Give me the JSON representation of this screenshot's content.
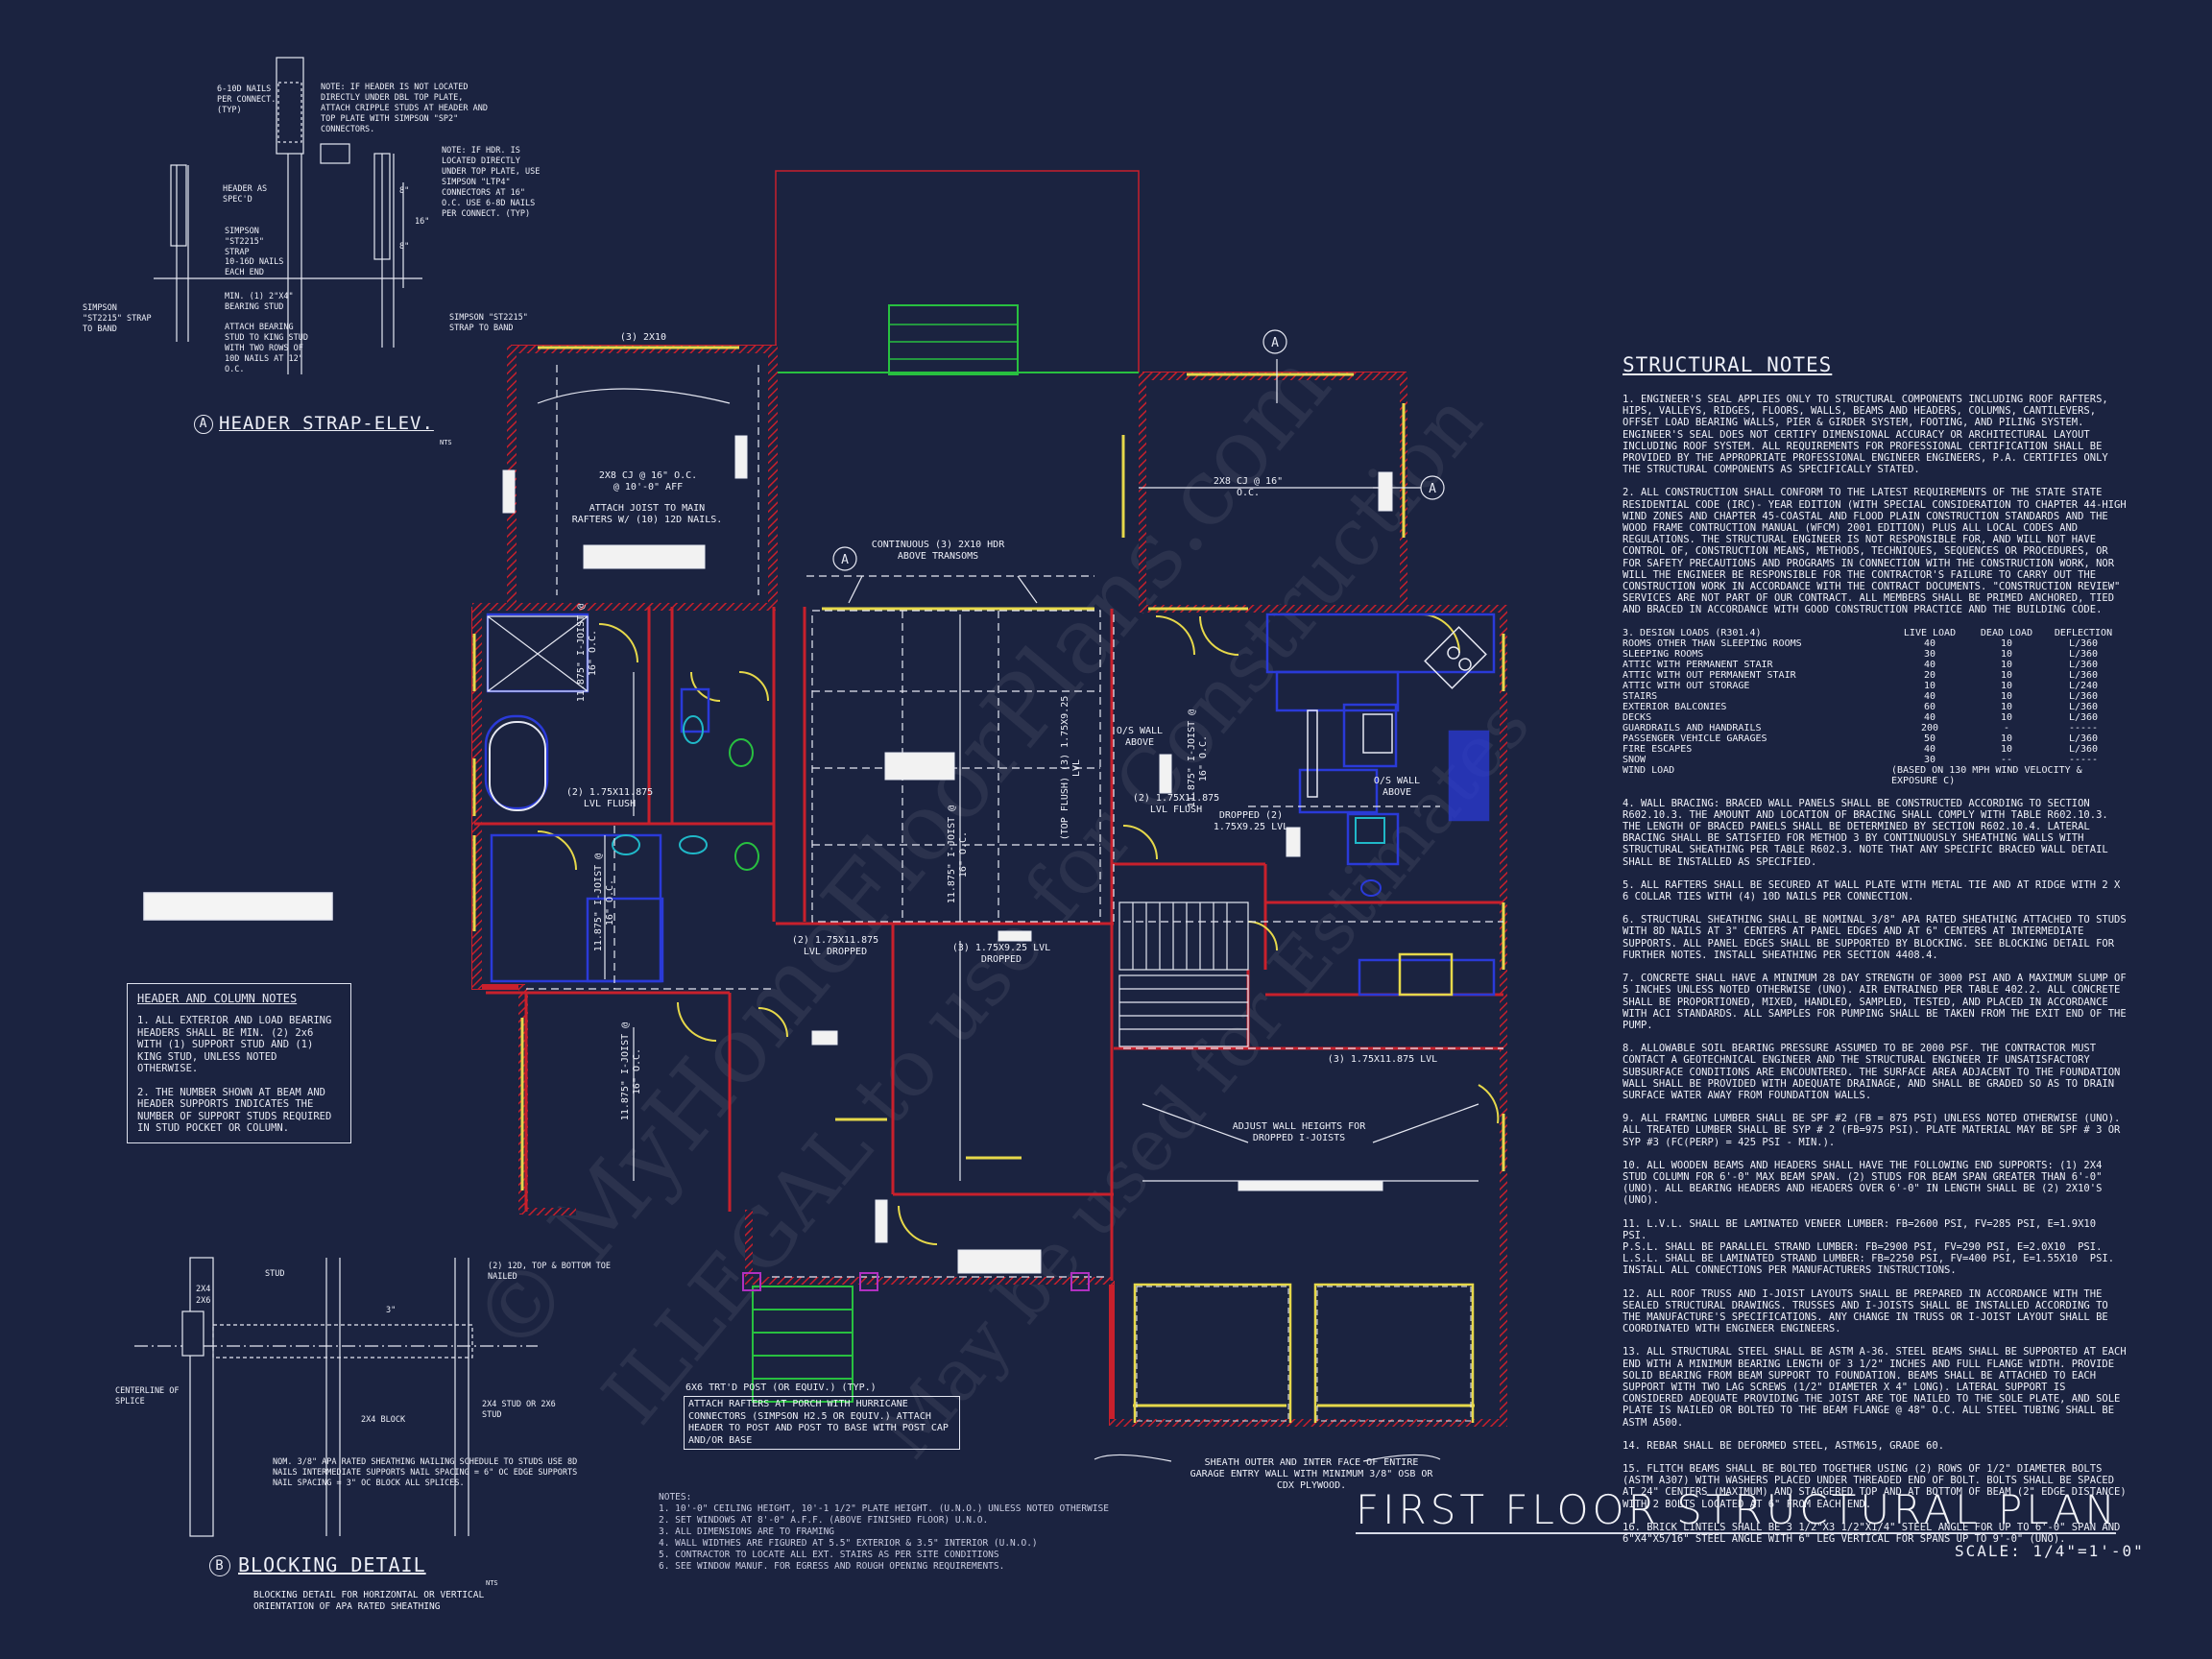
{
  "header_detail": {
    "title_letter": "A",
    "title": "HEADER STRAP-ELEV.",
    "scale": "NTS",
    "callouts": [
      "6-10d NAILS PER CONNECT. (TYP)",
      "NOTE: IF HEADER IS NOT LOCATED DIRECTLY UNDER DBL TOP PLATE, ATTACH CRIPPLE STUDS AT HEADER AND TOP PLATE WITH SIMPSON \"SP2\" CONNECTORS.",
      "NOTE: IF HDR. IS LOCATED DIRECTLY UNDER TOP PLATE, USE SIMPSON \"LTP4\" CONNECTORS AT 16\" O.C. USE 6-8d NAILS PER CONNECT. (TYP)",
      "HEADER AS SPEC'D",
      "SIMPSON \"ST2215\" STRAP",
      "10-16d NAILS EACH END",
      "MIN. (1) 2\"x4\" BEARING STUD",
      "ATTACH BEARING STUD TO KING STUD WITH TWO ROWS OF 10d NAILS AT 12\" O.C.",
      "SIMPSON \"ST2215\" STRAP TO BAND",
      "SIMPSON \"ST2215\" STRAP TO BAND"
    ],
    "dims": [
      "8\"",
      "16\"",
      "8\""
    ]
  },
  "header_column_notes": {
    "title": "HEADER AND COLUMN NOTES",
    "items": [
      "1. ALL EXTERIOR AND LOAD BEARING HEADERS SHALL BE MIN. (2) 2x6 WITH (1) SUPPORT STUD AND (1) KING STUD, UNLESS NOTED OTHERWISE.",
      "2. THE NUMBER SHOWN AT BEAM AND HEADER SUPPORTS INDICATES THE NUMBER OF SUPPORT STUDS REQUIRED IN STUD POCKET OR COLUMN."
    ]
  },
  "blocking_detail": {
    "title_letter": "B",
    "title": "BLOCKING DETAIL",
    "scale": "NTS",
    "subtitle": "BLOCKING DETAIL FOR HORIZONTAL OR VERTICAL ORIENTATION OF APA RATED SHEATHING",
    "callouts": [
      "STUD",
      "(2) 12d, TOP & BOTTOM TOE NAILED",
      "2x4",
      "2x6",
      "CENTERLINE OF SPLICE",
      "2x4 BLOCK",
      "2x4 STUD OR 2x6 STUD",
      "NOM. 3/8\" APA RATED SHEATHING NAILING SCHEDULE TO STUDS USE 8d NAILS INTERMEDIATE SUPPORTS NAIL SPACING = 6\" OC EDGE SUPPORTS NAIL SPACING = 3\" OC BLOCK ALL SPLICES."
    ],
    "dim": "3\""
  },
  "plan_labels": {
    "hdr_2x10": "(3) 2x10",
    "cj_garage_top": "2x8 CJ @ 16\" O.C.",
    "cj_height": "@ 10'-0\" AFF",
    "attach_joist": "ATTACH JOIST TO MAIN RAFTERS w/ (10) 12d NAILS.",
    "cont_hdr": "CONTINUOUS (3) 2x10 HDR ABOVE TRANSOMS",
    "cj_right": "2x8 CJ @ 16\" O.C.",
    "joist_left": "11.875\" I-JOIST @ 16\" O.C.",
    "lvl_flush": "(2) 1.75x11.875 LVL FLUSH",
    "joist_mid_left": "11.875\" I-JOIST @ 16\" O.C.",
    "lvl_dropped_a": "(2) 1.75x11.875 LVL DROPPED",
    "lvl_dropped_b": "(3) 1.75x9.25 LVL DROPPED",
    "joist_center": "11.875\" I-JOIST @ 16\" O.C.",
    "top_flush": "(TOP FLUSH) (3) 1.75x9.25 LVL",
    "os_wall_1": "O/S WALL ABOVE",
    "joist_right": "11.875\" I-JOIST @ 16\" O.C.",
    "lvl_flush_right": "(2) 1.75x11.875 LVL FLUSH",
    "dropped_right": "DROPPED (2) 1.75x9.25 LVL",
    "os_wall_2": "O/S WALL ABOVE",
    "lvl_garage": "(3) 1.75x11.875 LVL",
    "joist_bedroom": "11.875\" I-JOIST @ 16\" O.C.",
    "adjust_wall": "ADJUST WALL HEIGHTS FOR DROPPED I-JOISTS",
    "porch_post": "6x6 TRT'D POST (OR EQUIV.) (TYP.)",
    "porch_attach": "ATTACH RAFTERS AT PORCH WITH HURRICANE CONNECTORS (SIMPSON H2.5 OR EQUIV.) ATTACH HEADER TO POST AND POST TO BASE WITH POST CAP AND/OR BASE",
    "sheath_note": "SHEATH OUTER AND INTER FACE OF ENTIRE GARAGE ENTRY WALL WITH MINIMUM 3/8\" OSB OR CDX PLYWOOD.",
    "section_marker": "A"
  },
  "general_notes": {
    "title": "NOTES:",
    "items": [
      "1.  10'-0\" CEILING HEIGHT, 10'-1 1/2\" PLATE HEIGHT. (U.N.O.) UNLESS NOTED OTHERWISE",
      "2.  SET WINDOWS AT 8'-0\" A.F.F. (ABOVE FINISHED FLOOR) U.N.O.",
      "3.  ALL DIMENSIONS ARE TO FRAMING",
      "4.  WALL WIDTHES ARE FIGURED AT 5.5\" EXTERIOR & 3.5\" INTERIOR (U.N.O.)",
      "5.  CONTRACTOR TO LOCATE ALL EXT. STAIRS AS PER SITE CONDITIONS",
      "6.  SEE WINDOW MANUF. FOR EGRESS AND ROUGH OPENING REQUIREMENTS."
    ]
  },
  "structural_notes": {
    "title": "STRUCTURAL NOTES",
    "n1": "1. ENGINEER'S SEAL APPLIES ONLY TO STRUCTURAL COMPONENTS INCLUDING ROOF RAFTERS, HIPS, VALLEYS, RIDGES, FLOORS, WALLS, BEAMS AND HEADERS, COLUMNS, CANTILEVERS, OFFSET LOAD BEARING WALLS, PIER & GIRDER SYSTEM, FOOTING, AND PILING SYSTEM. ENGINEER'S SEAL DOES NOT CERTIFY DIMENSIONAL ACCURACY OR ARCHITECTURAL LAYOUT INCLUDING ROOF SYSTEM. ALL REQUIREMENTS FOR PROFESSIONAL CERTIFICATION SHALL BE PROVIDED BY THE APPROPRIATE PROFESSIONAL ENGINEER ENGINEERS, P.A. CERTIFIES ONLY THE STRUCTURAL COMPONENTS AS SPECIFICALLY STATED.",
    "n2": "2. ALL CONSTRUCTION SHALL CONFORM TO THE LATEST REQUIREMENTS OF THE STATE STATE RESIDENTIAL CODE (IRC)- YEAR EDITION (WITH SPECIAL CONSIDERATION TO CHAPTER 44-HIGH WIND ZONES AND CHAPTER 45-COASTAL AND FLOOD PLAIN CONSTRUCTION STANDARDS AND THE WOOD FRAME CONTRUCTION MANUAL (WFCM) 2001 EDITION) PLUS ALL LOCAL CODES AND REGULATIONS. THE STRUCTURAL ENGINEER IS NOT RESPONSIBLE FOR, AND WILL NOT HAVE CONTROL OF, CONSTRUCTION MEANS, METHODS, TECHNIQUES, SEQUENCES OR PROCEDURES, OR FOR SAFETY PRECAUTIONS AND PROGRAMS IN CONNECTION WITH THE CONSTRUCTION WORK, NOR WILL THE ENGINEER BE RESPONSIBLE FOR THE CONTRACTOR'S FAILURE TO CARRY OUT THE CONSTRUCTION WORK IN ACCORDANCE WITH THE CONTRACT DOCUMENTS. \"CONSTRUCTION REVIEW\" SERVICES ARE NOT PART OF OUR CONTRACT. ALL MEMBERS SHALL BE PRIMED ANCHORED, TIED AND BRACED IN ACCORDANCE WITH GOOD CONSTRUCTION PRACTICE AND THE BUILDING CODE.",
    "n3_title": "3. DESIGN LOADS (R301.4)",
    "load_headers": [
      "LIVE LOAD",
      "DEAD LOAD",
      "DEFLECTION"
    ],
    "loads": [
      [
        "ROOMS OTHER THAN SLEEPING ROOMS",
        "40",
        "10",
        "L/360"
      ],
      [
        "SLEEPING ROOMS",
        "30",
        "10",
        "L/360"
      ],
      [
        "ATTIC WITH PERMANENT STAIR",
        "40",
        "10",
        "L/360"
      ],
      [
        "ATTIC WITH OUT PERMANENT STAIR",
        "20",
        "10",
        "L/360"
      ],
      [
        "ATTIC WITH OUT STORAGE",
        "10",
        "10",
        "L/240"
      ],
      [
        "STAIRS",
        "40",
        "10",
        "L/360"
      ],
      [
        "EXTERIOR BALCONIES",
        "60",
        "10",
        "L/360"
      ],
      [
        "DECKS",
        "40",
        "10",
        "L/360"
      ],
      [
        "GUARDRAILS AND HANDRAILS",
        "200",
        "-",
        "-----"
      ],
      [
        "PASSENGER VEHICLE GARAGES",
        "50",
        "10",
        "L/360"
      ],
      [
        "FIRE ESCAPES",
        "40",
        "10",
        "L/360"
      ],
      [
        "SNOW",
        "30",
        "--",
        "-----"
      ]
    ],
    "wind_load": "WIND LOAD",
    "wind_value": "(BASED ON 130 MPH WIND VELOCITY & EXPOSURE C)",
    "n4": "4. WALL BRACING: BRACED WALL PANELS SHALL BE CONSTRUCTED ACCORDING TO SECTION R602.10.3. THE AMOUNT AND LOCATION OF BRACING SHALL COMPLY WITH TABLE R602.10.3. THE LENGTH OF BRACED PANELS SHALL BE DETERMINED BY SECTION R602.10.4. LATERAL BRACING SHALL BE SATISFIED FOR METHOD 3 BY CONTINUOUSLY SHEATHING WALLS WITH STRUCTURAL SHEATHING PER TABLE R602.3. NOTE THAT ANY SPECIFIC BRACED WALL DETAIL SHALL BE INSTALLED AS SPECIFIED.",
    "n5": "5. ALL RAFTERS SHALL BE SECURED AT WALL PLATE WITH METAL TIE AND AT RIDGE WITH 2 X 6 COLLAR TIES WITH (4) 10d NAILS PER CONNECTION.",
    "n6": "6. STRUCTURAL SHEATHING SHALL BE NOMINAL 3/8\" APA RATED SHEATHING ATTACHED TO STUDS WITH 8d NAILS AT 3\" CENTERS AT PANEL EDGES AND AT 6\" CENTERS AT INTERMEDIATE SUPPORTS. ALL PANEL EDGES SHALL BE SUPPORTED BY BLOCKING. SEE BLOCKING DETAIL FOR FURTHER NOTES. INSTALL SHEATHING PER SECTION 4408.4.",
    "n7": "7. CONCRETE SHALL HAVE A MINIMUM 28 DAY STRENGTH OF 3000 PSI AND A MAXIMUM SLUMP OF 5 INCHES UNLESS NOTED OTHERWISE (UNO). AIR ENTRAINED PER TABLE 402.2. ALL CONCRETE SHALL BE PROPORTIONED, MIXED, HANDLED, SAMPLED, TESTED, AND PLACED IN ACCORDANCE WITH ACI STANDARDS. ALL SAMPLES FOR PUMPING SHALL BE TAKEN FROM THE EXIT END OF THE PUMP.",
    "n8": "8. ALLOWABLE SOIL BEARING PRESSURE ASSUMED TO BE 2000 PSF. THE CONTRACTOR MUST CONTACT A GEOTECHNICAL ENGINEER AND THE STRUCTURAL ENGINEER IF UNSATISFACTORY SUBSURFACE CONDITIONS ARE ENCOUNTERED. THE SURFACE AREA ADJACENT TO THE FOUNDATION WALL SHALL BE PROVIDED WITH ADEQUATE DRAINAGE, AND SHALL BE GRADED SO AS TO DRAIN SURFACE WATER AWAY FROM FOUNDATION WALLS.",
    "n9": "9. ALL FRAMING LUMBER SHALL BE SPF #2 (Fb = 875 PSI) UNLESS NOTED OTHERWISE (UNO). ALL TREATED LUMBER SHALL BE SYP # 2 (Fb=975 PSI). PLATE MATERIAL MAY BE SPF # 3 OR SYP #3 (Fc(perp) = 425 PSI - MIN.).",
    "n10": "10. ALL WOODEN BEAMS AND HEADERS SHALL HAVE THE FOLLOWING END SUPPORTS: (1) 2x4 STUD COLUMN FOR 6'-0\" MAX BEAM SPAN. (2) STUDS FOR BEAM SPAN GREATER THAN 6'-0\" (UNO). ALL BEARING HEADERS AND HEADERS OVER 6'-0\" IN LENGTH SHALL BE (2) 2x10'S (UNO).",
    "n11": "11. L.V.L. SHALL BE LAMINATED VENEER LUMBER: Fb=2600 PSI, Fv=285 PSI, E=1.9x10  PSI.\nP.S.L. SHALL BE PARALLEL STRAND LUMBER: Fb=2900 PSI, Fv=290 PSI, E=2.0x10  PSI.\nL.S.L. SHALL BE LAMINATED STRAND LUMBER: Fb=2250 PSI, Fv=400 PSI, E=1.55x10  PSI. INSTALL ALL CONNECTIONS PER MANUFACTURERS INSTRUCTIONS.",
    "n12": "12. ALL ROOF TRUSS AND I-JOIST LAYOUTS SHALL BE PREPARED IN ACCORDANCE WITH THE SEALED STRUCTURAL DRAWINGS. TRUSSES AND I-JOISTS SHALL BE INSTALLED ACCORDING TO THE MANUFACTURE'S SPECIFICATIONS. ANY CHANGE IN TRUSS OR I-JOIST LAYOUT SHALL BE COORDINATED WITH ENGINEER ENGINEERS.",
    "n13": "13. ALL STRUCTURAL STEEL SHALL BE ASTM A-36. STEEL BEAMS SHALL BE SUPPORTED AT EACH END WITH A MINIMUM BEARING LENGTH OF 3 1/2\" INCHES AND FULL FLANGE WIDTH. PROVIDE SOLID BEARING FROM BEAM SUPPORT TO FOUNDATION. BEAMS SHALL BE ATTACHED TO EACH SUPPORT WITH TWO LAG SCREWS (1/2\" DIAMETER x 4\" LONG). LATERAL SUPPORT IS CONSIDERED ADEQUATE PROVIDING THE JOIST ARE TOE NAILED TO THE SOLE PLATE, AND SOLE PLATE IS NAILED OR BOLTED TO THE BEAM FLANGE @ 48\" O.C. ALL STEEL TUBING SHALL BE ASTM A500.",
    "n14": "14. REBAR SHALL BE DEFORMED STEEL, ASTM615, GRADE 60.",
    "n15": "15. FLITCH BEAMS SHALL BE BOLTED TOGETHER USING (2) ROWS OF 1/2\" DIAMETER BOLTS (ASTM A307) WITH WASHERS PLACED UNDER THREADED END OF BOLT. BOLTS SHALL BE SPACED AT 24\" CENTERS (MAXIMUM) AND STAGGERED TOP AND AT BOTTOM OF BEAM (2\" EDGE DISTANCE) WITH 2 BOLTS LOCATED AT 6\" FROM EACH END.",
    "n16": "16. BRICK LINTELS SHALL BE 3 1/2\"x3 1/2\"x1/4\" STEEL ANGLE FOR UP TO 6'-0\" SPAN AND 6\"x4\"x5/16\" STEEL ANGLE WITH 6\" LEG VERTICAL FOR SPANS UP TO 9'-0\" (UNO)."
  },
  "title_block": {
    "title": "FIRST FLOOR STRUCTURAL PLAN",
    "scale": "SCALE: 1/4\"=1'-0\""
  },
  "watermark": {
    "line1": "© MyHomeFloorPlans.com",
    "line2": "ILLEGAL to use for Construction",
    "line3": "May be used for Estimates"
  },
  "colors": {
    "background": "#1b2340",
    "wall_red": "#c8202c",
    "window_yellow": "#e6d84a",
    "fixture_blue": "#2a3ad8",
    "line_white": "#e6e8f2",
    "green": "#28c040",
    "cyan": "#20b8c8",
    "magenta": "#b030c0"
  }
}
